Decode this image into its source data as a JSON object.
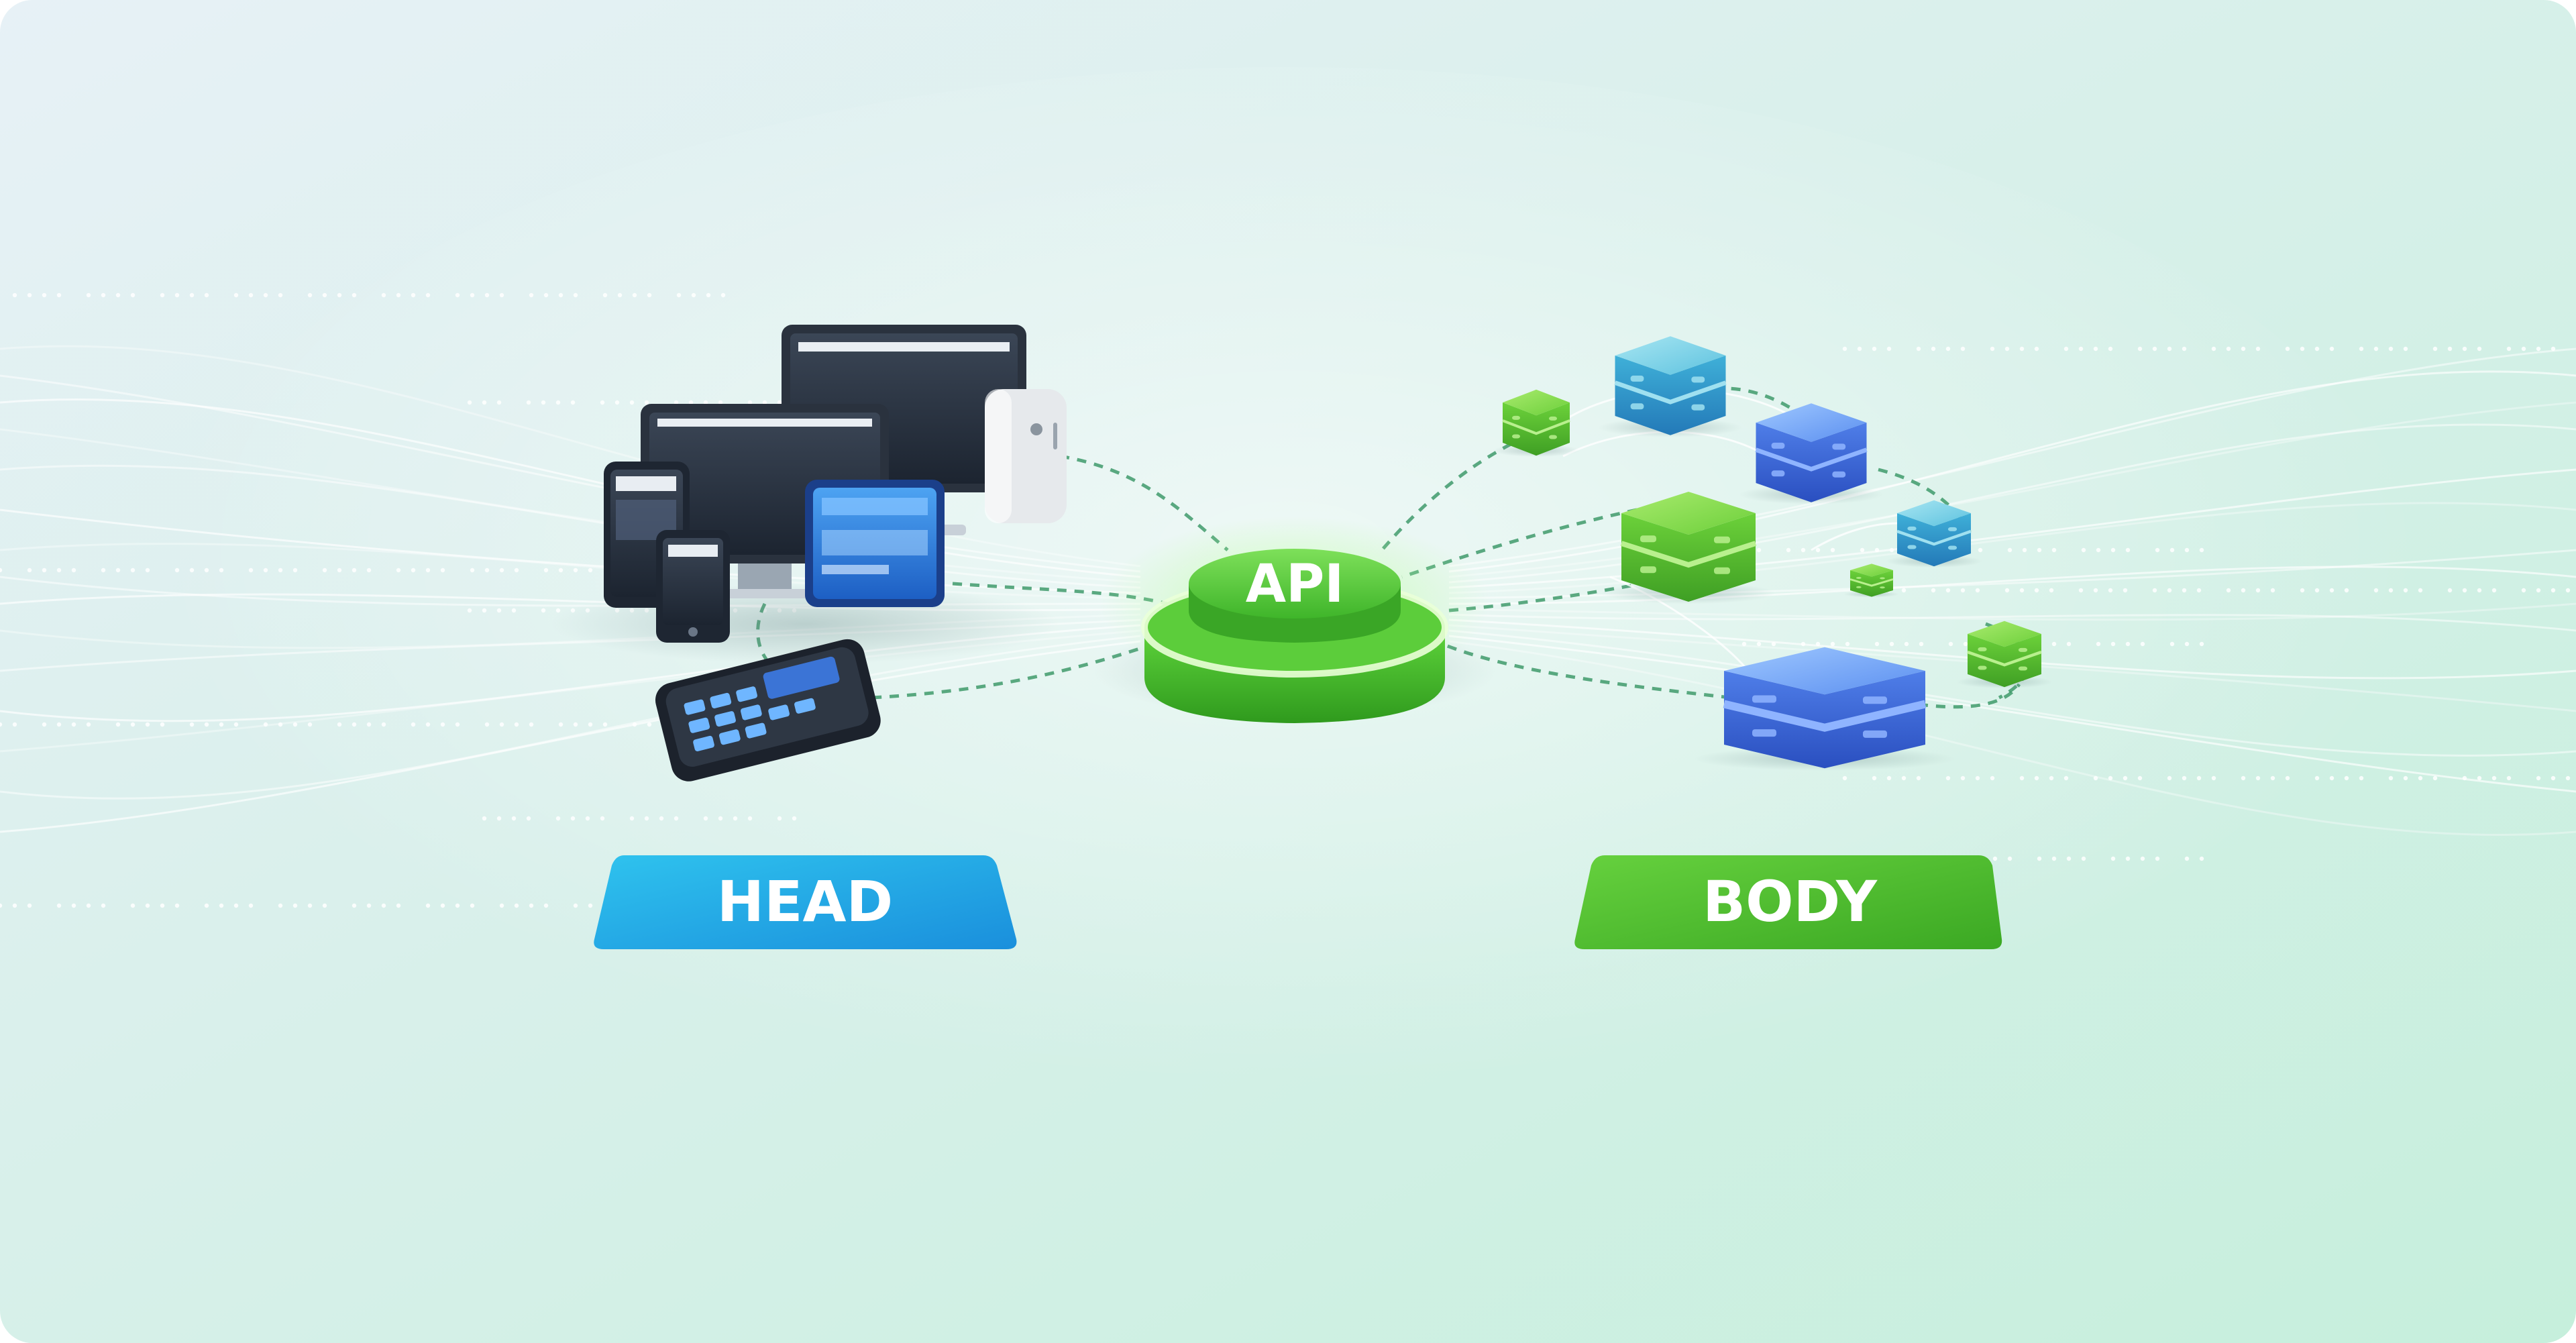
{
  "diagram": {
    "head_label": "HEAD",
    "api_label": "API",
    "body_label": "BODY"
  },
  "colors": {
    "head_blue": "#1ea7e6",
    "api_green": "#4cc436",
    "body_green": "#4bbf2c",
    "background_start": "#e7f1f6",
    "background_end": "#c6efdc"
  },
  "icons": [
    "desktop-monitor-icon",
    "smartphone-icon",
    "tablet-icon",
    "pos-terminal-icon",
    "speaker-icon",
    "server-cube-icon"
  ]
}
